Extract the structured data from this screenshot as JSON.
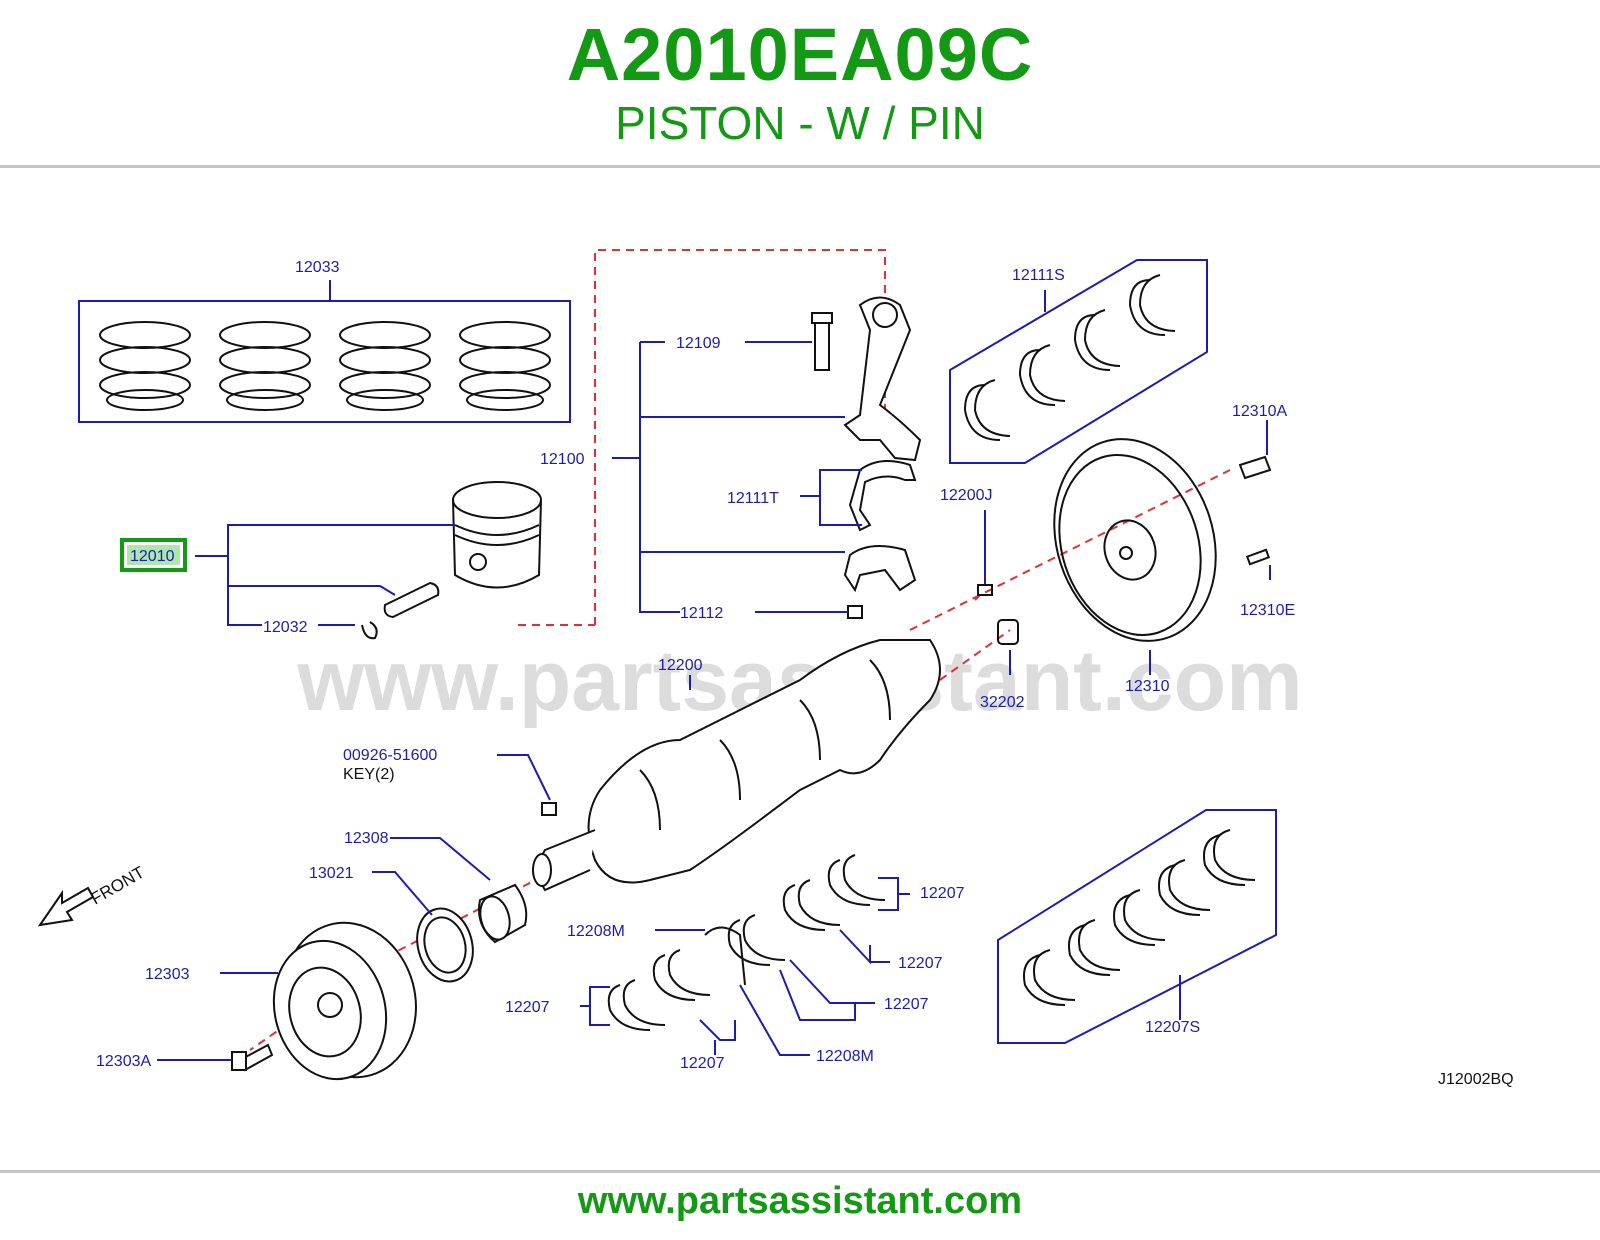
{
  "header": {
    "part_number": "A2010EA09C",
    "part_name": "PISTON - W / PIN"
  },
  "watermark": "www.partsassistant.com",
  "footer": {
    "url": "www.partsassistant.com"
  },
  "highlight_color": "#149914",
  "callout_color": "#1c1cb4",
  "diagram_code": "J12002BQ",
  "front_label": "FRONT",
  "callouts": {
    "c12033": "12033",
    "c12010": "12010",
    "c12032": "12032",
    "c12109": "12109",
    "c12100": "12100",
    "c12111T": "12111T",
    "c12112": "12112",
    "c12111S": "12111S",
    "c12310A": "12310A",
    "c12200J": "12200J",
    "c12310E": "12310E",
    "c12310": "12310",
    "c12200": "12200",
    "c32202": "32202",
    "c00926": "00926-51600",
    "key": "KEY(2)",
    "c12308": "12308",
    "c13021": "13021",
    "c12303": "12303",
    "c12303A": "12303A",
    "c12208M_top": "12208M",
    "c12207_a": "12207",
    "c12207_b": "12207",
    "c12207_c": "12207",
    "c12207_left": "12207",
    "c12207_bottom": "12207",
    "c12208M_bottom": "12208M",
    "c12207S": "12207S"
  }
}
